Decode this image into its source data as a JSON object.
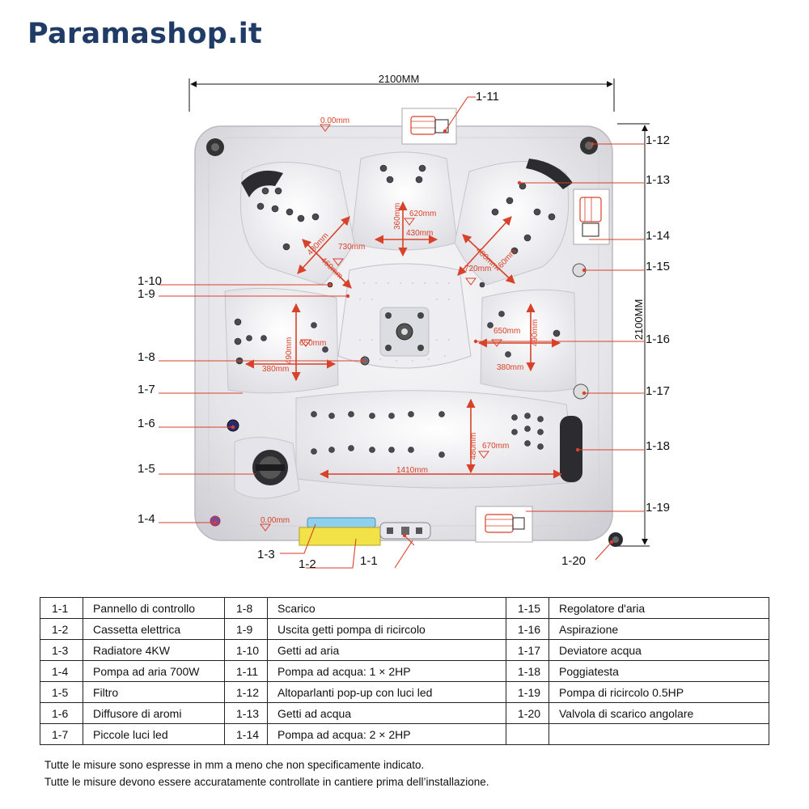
{
  "brand": "Paramashop.it",
  "dimensions": {
    "width": "2100MM",
    "height": "2100MM"
  },
  "measurements": [
    "0.00mm",
    "0.00mm",
    "620mm",
    "360mm",
    "430mm",
    "480mm",
    "460mm",
    "730mm",
    "480mm",
    "460mm",
    "720mm",
    "490mm",
    "650mm",
    "380mm",
    "490mm",
    "650mm",
    "380mm",
    "480mm",
    "670mm",
    "1410mm"
  ],
  "callouts": [
    "1-1",
    "1-2",
    "1-3",
    "1-4",
    "1-5",
    "1-6",
    "1-7",
    "1-8",
    "1-9",
    "1-10",
    "1-11",
    "1-12",
    "1-13",
    "1-14",
    "1-15",
    "1-16",
    "1-17",
    "1-18",
    "1-19",
    "1-20"
  ],
  "parts_table": [
    [
      [
        "1-1",
        "Pannello di controllo"
      ],
      [
        "1-8",
        "Scarico"
      ],
      [
        "1-15",
        "Regolatore d'aria"
      ]
    ],
    [
      [
        "1-2",
        "Cassetta elettrica"
      ],
      [
        "1-9",
        "Uscita getti pompa di ricircolo"
      ],
      [
        "1-16",
        "Aspirazione"
      ]
    ],
    [
      [
        "1-3",
        "Radiatore 4KW"
      ],
      [
        "1-10",
        "Getti ad aria"
      ],
      [
        "1-17",
        "Deviatore acqua"
      ]
    ],
    [
      [
        "1-4",
        "Pompa ad aria 700W"
      ],
      [
        "1-11",
        "Pompa ad acqua: 1 × 2HP"
      ],
      [
        "1-18",
        "Poggiatesta"
      ]
    ],
    [
      [
        "1-5",
        "Filtro"
      ],
      [
        "1-12",
        "Altoparlanti pop-up con luci led"
      ],
      [
        "1-19",
        "Pompa di ricircolo 0.5HP"
      ]
    ],
    [
      [
        "1-6",
        "Diffusore di aromi"
      ],
      [
        "1-13",
        "Getti ad acqua"
      ],
      [
        "1-20",
        "Valvola di scarico angolare"
      ]
    ],
    [
      [
        "1-7",
        "Piccole luci led"
      ],
      [
        "1-14",
        "Pompa ad acqua: 2 × 2HP"
      ],
      [
        "",
        ""
      ]
    ]
  ],
  "notes": [
    "Tutte le misure sono espresse in mm a meno che non specificamente indicato.",
    "Tutte le misure devono essere accuratamente controllate in cantiere prima dell’installazione."
  ],
  "colors": {
    "brand": "#1f3b66",
    "measure": "#d8412a",
    "shell": "#e9e9ec"
  }
}
